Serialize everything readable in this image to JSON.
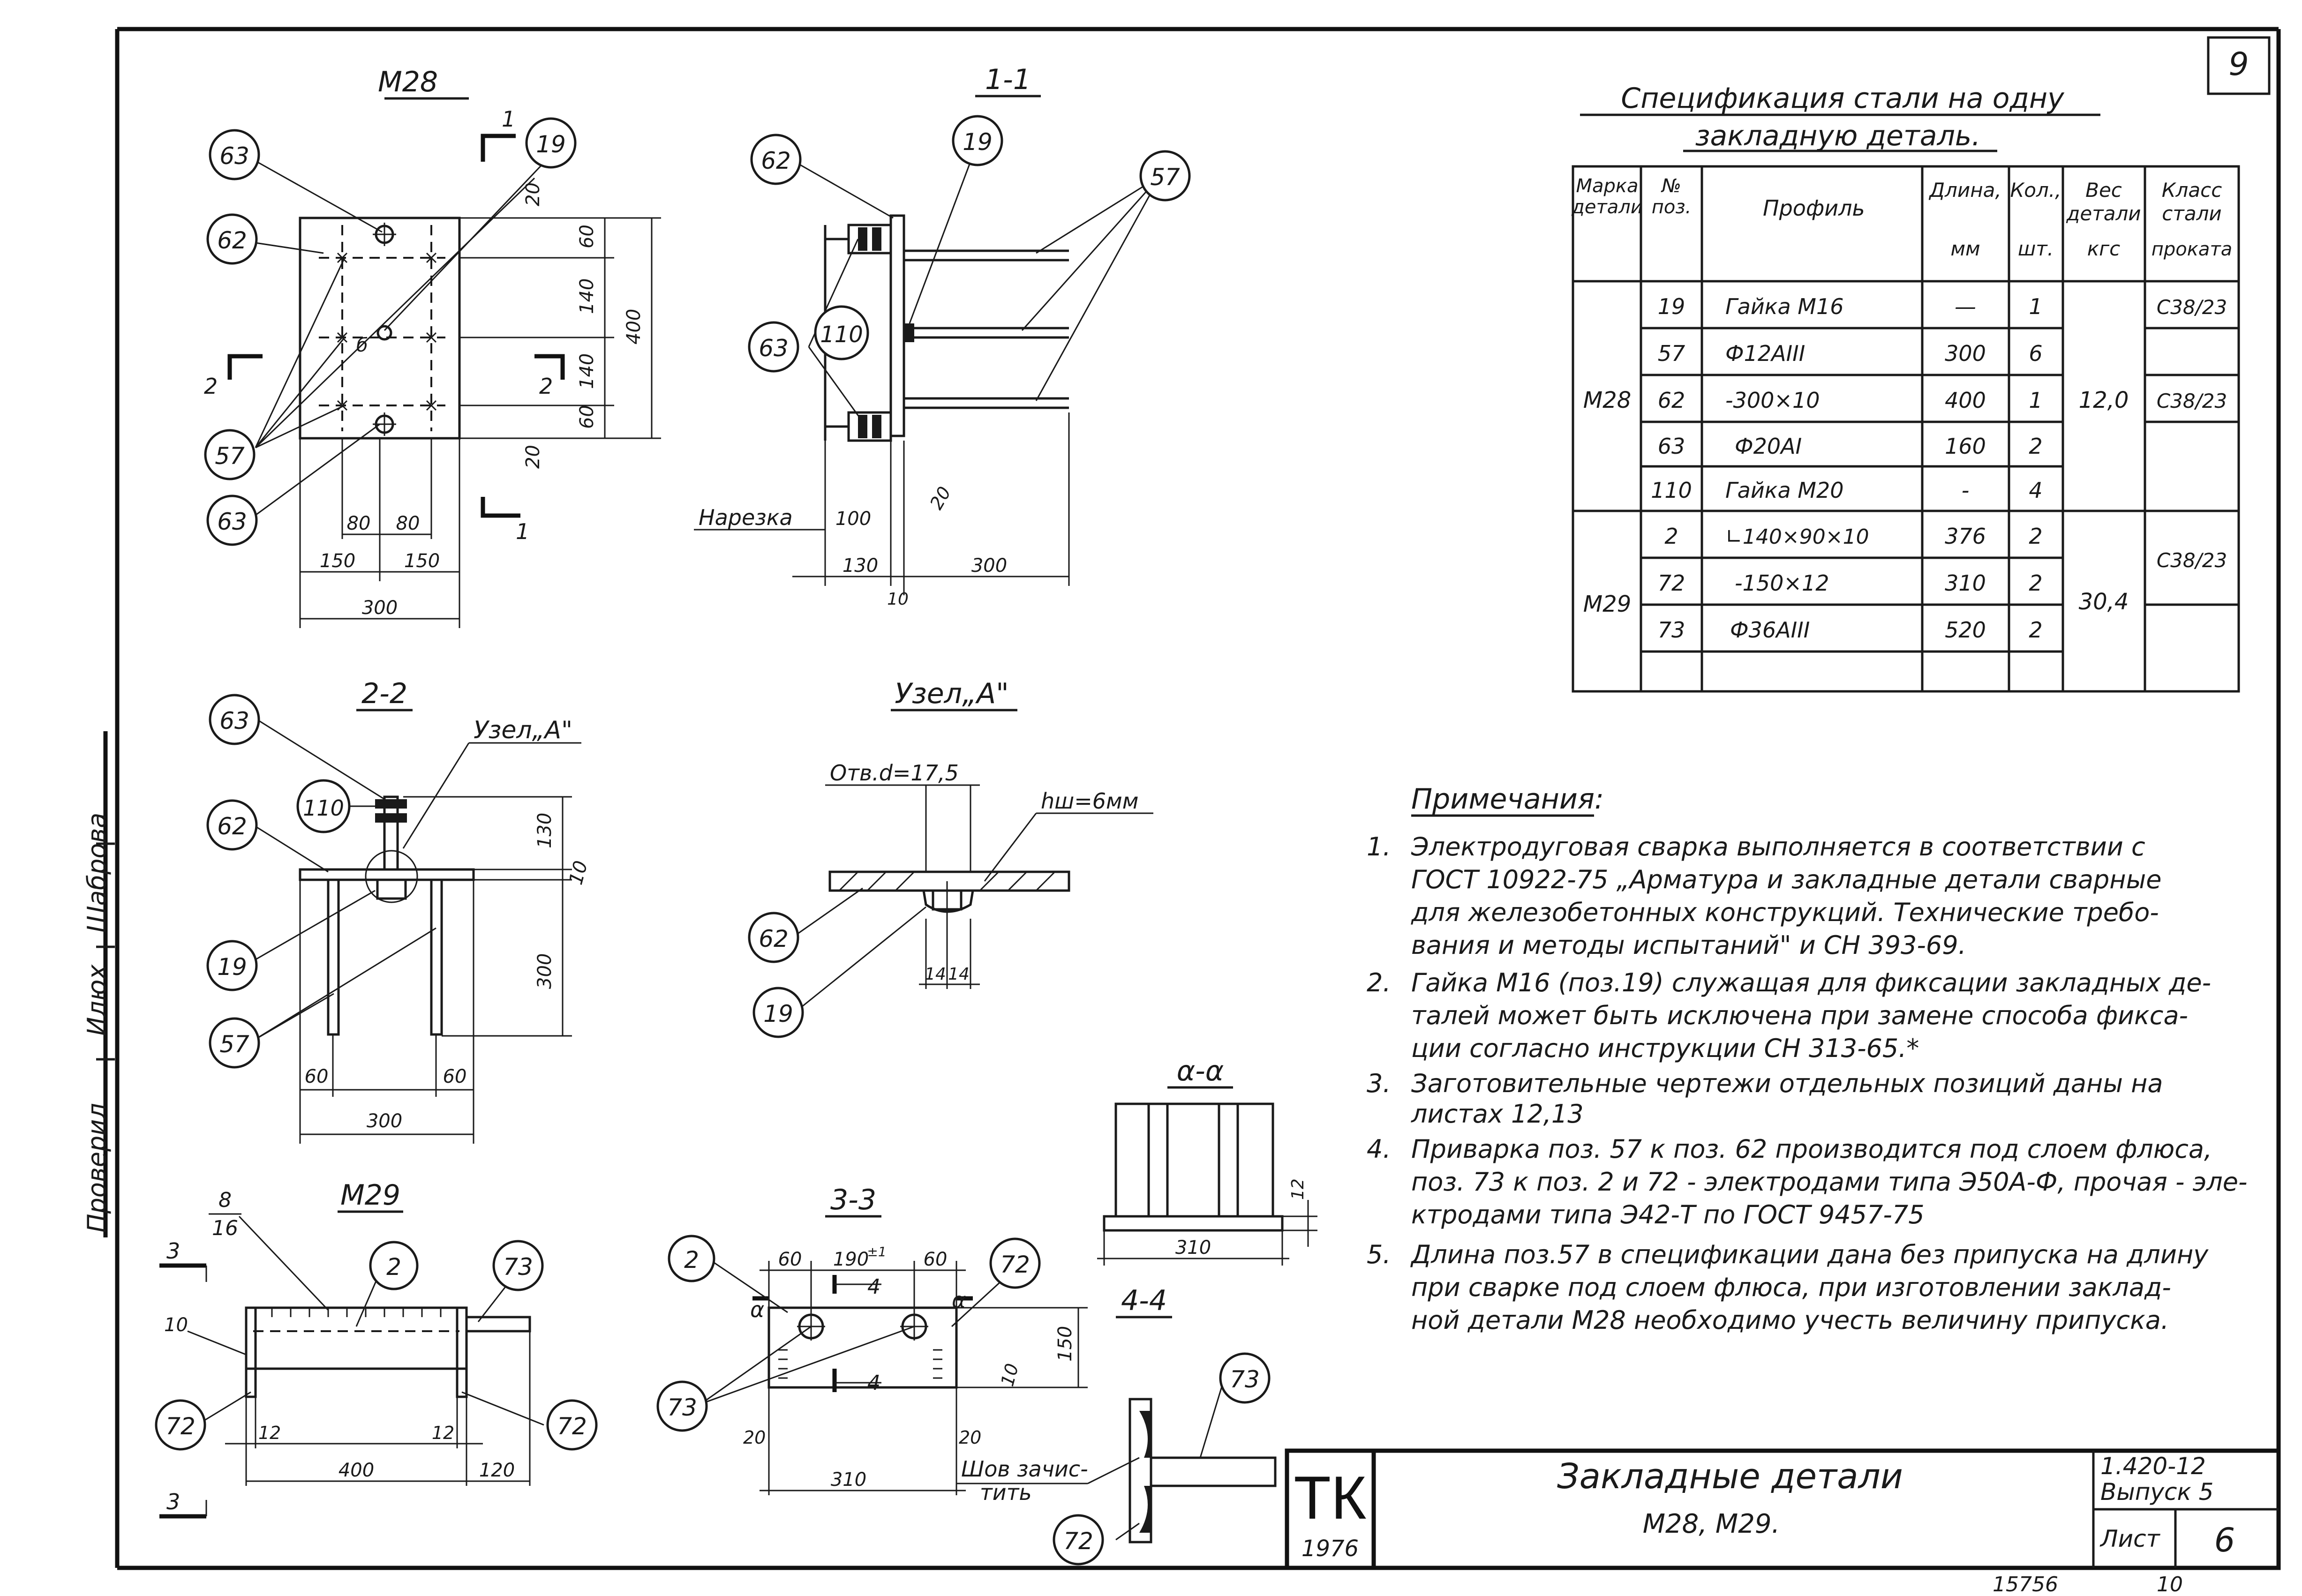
{
  "sheet_number": "9",
  "side_labels": [
    "Проверил",
    "Илюх",
    "Шаброва"
  ],
  "views": {
    "m28_plan": {
      "title": "М28",
      "callouts": [
        "63",
        "62",
        "57",
        "63",
        "19"
      ],
      "section_marks": [
        "1",
        "1",
        "2",
        "2"
      ],
      "center_mark": "б",
      "dims_vertical": [
        "60",
        "140",
        "140",
        "60",
        "400",
        "20",
        "20"
      ],
      "dims_horizontal": [
        "80",
        "80",
        "150",
        "150",
        "300"
      ]
    },
    "section_1_1": {
      "title": "1-1",
      "callouts": [
        "62",
        "19",
        "57",
        "63",
        "110"
      ],
      "label_thread": "Нарезка",
      "dims": [
        "100",
        "130",
        "300",
        "10",
        "20"
      ]
    },
    "section_2_2": {
      "title": "2-2",
      "node_label": "Узел„А\"",
      "callouts": [
        "63",
        "110",
        "62",
        "19",
        "57"
      ],
      "dims": [
        "130",
        "10",
        "300",
        "60",
        "60",
        "300"
      ]
    },
    "node_a": {
      "title": "Узел„А\"",
      "hole_label": "Отв.d=17,5",
      "weld_label": "hш=6мм",
      "callouts": [
        "62",
        "19"
      ],
      "dims": [
        "14",
        "14"
      ]
    },
    "m29": {
      "title": "М29",
      "weld_mark_top": "8",
      "weld_mark_bottom": "16",
      "callouts": [
        "2",
        "73",
        "72",
        "72"
      ],
      "section_marks": [
        "3",
        "3"
      ],
      "dims": [
        "10",
        "12",
        "12",
        "400",
        "120"
      ]
    },
    "section_3_3": {
      "title": "3-3",
      "callouts": [
        "2",
        "72",
        "73"
      ],
      "dims_top": [
        "60",
        "190",
        "±1",
        "60"
      ],
      "dims": [
        "150",
        "10",
        "20",
        "20",
        "310"
      ],
      "section_marks": [
        "4",
        "4",
        "α",
        "α"
      ]
    },
    "section_aa": {
      "title": "α-α",
      "dims": [
        "12",
        "310"
      ]
    },
    "section_4_4": {
      "title": "4-4",
      "weld_label_1": "Шов зачис-",
      "weld_label_2": "тить",
      "callouts": [
        "73",
        "72"
      ]
    }
  },
  "spec": {
    "title_line1": "Спецификация стали на одну",
    "title_line2": "закладную деталь.",
    "headers": [
      {
        "l1": "Марка",
        "l2": "детали",
        "l3": ""
      },
      {
        "l1": "№",
        "l2": "поз.",
        "l3": ""
      },
      {
        "l1": "Профиль",
        "l2": "",
        "l3": ""
      },
      {
        "l1": "Длина,",
        "l2": "",
        "l3": "мм"
      },
      {
        "l1": "Кол.,",
        "l2": "",
        "l3": "шт."
      },
      {
        "l1": "Вес",
        "l2": "детали",
        "l3": "кгс"
      },
      {
        "l1": "Класс",
        "l2": "стали",
        "l3": "проката"
      }
    ],
    "rows": [
      [
        "19",
        "Гайка М16",
        "—",
        "1"
      ],
      [
        "57",
        "Ф12АIII",
        "300",
        "6"
      ],
      [
        "62",
        "-300×10",
        "400",
        "1"
      ],
      [
        "63",
        "Ф20АI",
        "160",
        "2"
      ],
      [
        "110",
        "Гайка М20",
        "-",
        "4"
      ],
      [
        "2",
        "∟140×90×10",
        "376",
        "2"
      ],
      [
        "72",
        "-150×12",
        "310",
        "2"
      ],
      [
        "73",
        "Ф36АIII",
        "520",
        "2"
      ]
    ],
    "groups": [
      {
        "mark": "М28",
        "weight": "12,0",
        "steel_classes": [
          "С38/23",
          "С38/23"
        ]
      },
      {
        "mark": "М29",
        "weight": "30,4",
        "steel_classes": [
          "С38/23"
        ]
      }
    ]
  },
  "notes": {
    "title": "Примечания:",
    "items": [
      {
        "num": "1.",
        "lines": [
          "Электродуговая сварка выполняется в соответствии с",
          "ГОСТ 10922-75 „Арматура и закладные детали сварные",
          "для железобетонных конструкций. Технические требо-",
          "вания и методы испытаний\" и СН 393-69."
        ]
      },
      {
        "num": "2.",
        "lines": [
          "Гайка М16 (поз.19) служащая для фиксации закладных де-",
          "талей может быть исключена при замене способа фикса-",
          "ции согласно инструкции СН 313-65.*"
        ]
      },
      {
        "num": "3.",
        "lines": [
          "Заготовительные чертежи отдельных позиций даны на",
          "листах 12,13"
        ]
      },
      {
        "num": "4.",
        "lines": [
          "Приварка поз. 57 к поз. 62 производится под слоем флюса,",
          "поз. 73 к поз. 2 и 72 - электродами типа Э50А-Ф, прочая - эле-",
          "ктродами типа Э42-Т по ГОСТ 9457-75"
        ]
      },
      {
        "num": "5.",
        "lines": [
          "Длина поз.57 в спецификации дана без припуска на длину",
          "при сварке под слоем флюса, при изготовлении заклад-",
          "ной детали М28 необходимо учесть величину припуска."
        ]
      }
    ]
  },
  "title_block": {
    "logo": "ТК",
    "year": "1976",
    "title": "Закладные детали",
    "subtitle": "М28, М29.",
    "series": "1.420-12",
    "issue": "Выпуск 5",
    "sheet_label": "Лист",
    "sheet_value": "6",
    "footer_code": "15756",
    "footer_page": "10"
  }
}
